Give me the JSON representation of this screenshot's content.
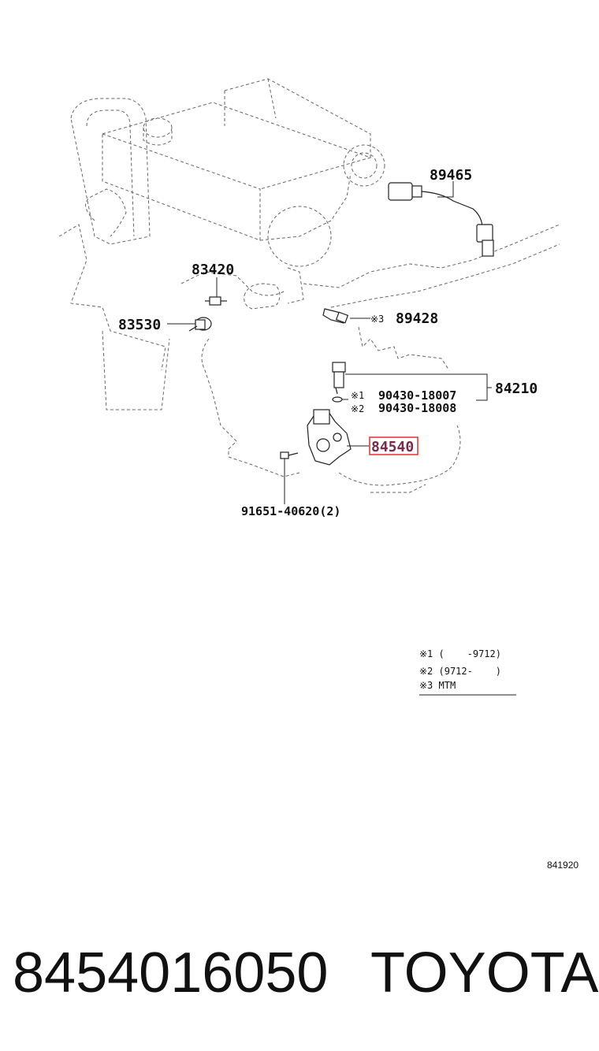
{
  "diagram": {
    "labels": {
      "p89465": "89465",
      "p83420": "83420",
      "p83530": "83530",
      "p89428": "89428",
      "p84210": "84210",
      "p84540": "84540",
      "p90430_18007": "90430-18007",
      "p90430_18008": "90430-18008",
      "p91651": "91651-40620(2)",
      "m3_89428": "※3",
      "m1": "※1",
      "m2": "※2"
    },
    "notes": [
      "※1 (    -9712)",
      "※2 (9712-    )",
      "※3 MTM"
    ],
    "ref_code": "841920",
    "highlight_color": "#e03030"
  },
  "footer": {
    "part_number": "8454016050",
    "brand": "TOYOTA"
  }
}
